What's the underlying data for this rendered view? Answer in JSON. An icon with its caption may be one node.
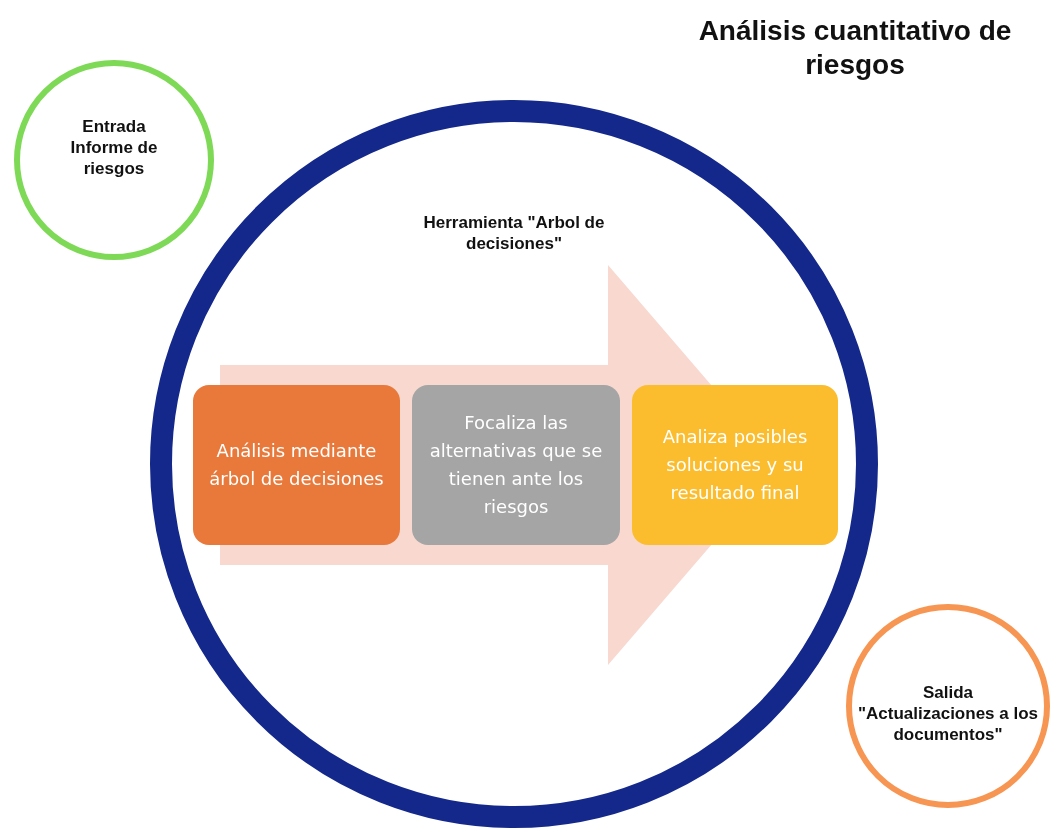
{
  "diagram": {
    "title": "Análisis cuantitativo de riesgos",
    "nodes": [
      {
        "text": [
          "Entrada Informe de riesgos"
        ]
      },
      {
        "text": [
          "Herramienta \"Arbol de decisiones\""
        ]
      },
      {
        "text": [
          "Análisis mediante árbol de decisiones"
        ],
        "in": 1
      },
      {
        "text": [
          "Focaliza las alternativas que se tienen ante los riesgos"
        ],
        "in": 1
      },
      {
        "text": [
          "Analiza posibles soluciones y su resultado final"
        ],
        "in": 1
      },
      {
        "text": [
          "Salida \"Actualizaciones a los documentos\""
        ]
      }
    ],
    "edges": [
      {
        "from": 2,
        "to": 4,
        "arrow": "to"
      }
    ]
  }
}
